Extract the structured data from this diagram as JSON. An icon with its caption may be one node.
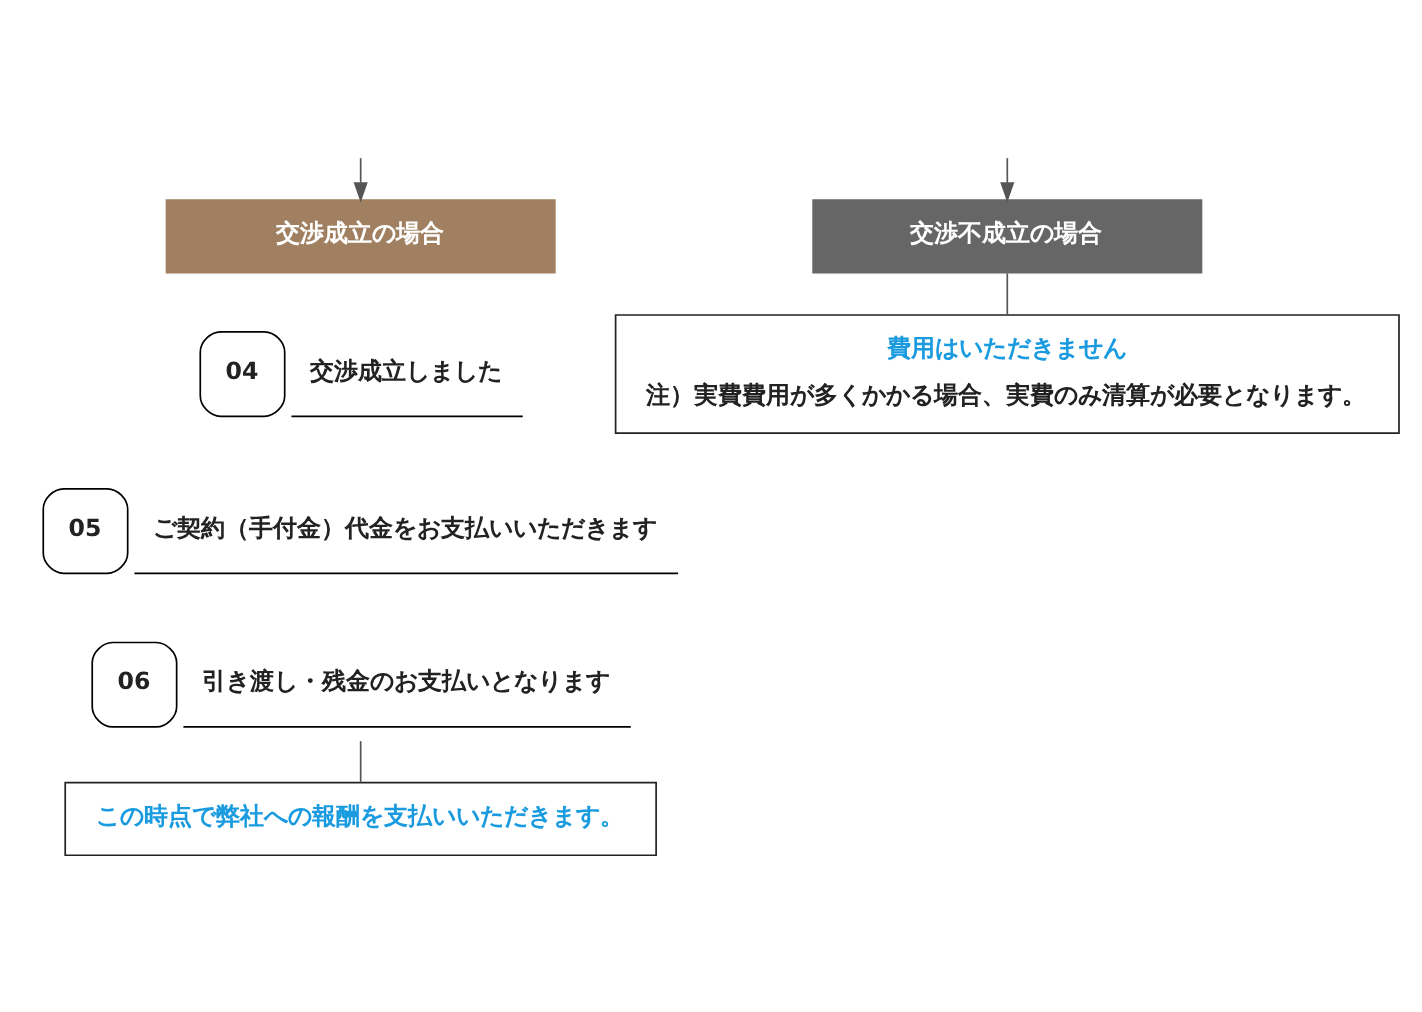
{
  "diagram": {
    "nodes": [
      {
        "text": [
          "交渉成立の場合"
        ]
      },
      {
        "text": [
          "交渉不成立の場合"
        ]
      },
      {
        "text": [
          "04",
          "交渉成立しました"
        ]
      },
      {
        "text": [
          "05",
          "ご契約（手付金）代金をお支払いいただきます"
        ]
      },
      {
        "text": [
          "06",
          "引き渡し・残金のお支払いとなります"
        ]
      },
      {
        "text": [
          "この時点で弊社への報酬を支払いいただきます。"
        ]
      },
      {
        "text": [
          "費用はいただきません",
          "注）実費費用が多くかかる場合、実費のみ清算が必要となります。"
        ]
      }
    ],
    "edges": [
      {
        "from": null,
        "to": 0,
        "arrow": "to"
      },
      {
        "from": null,
        "to": 1,
        "arrow": "to"
      },
      {
        "from": 4,
        "to": 5,
        "arrow": "none"
      },
      {
        "from": 1,
        "to": 6,
        "arrow": "none"
      }
    ]
  }
}
